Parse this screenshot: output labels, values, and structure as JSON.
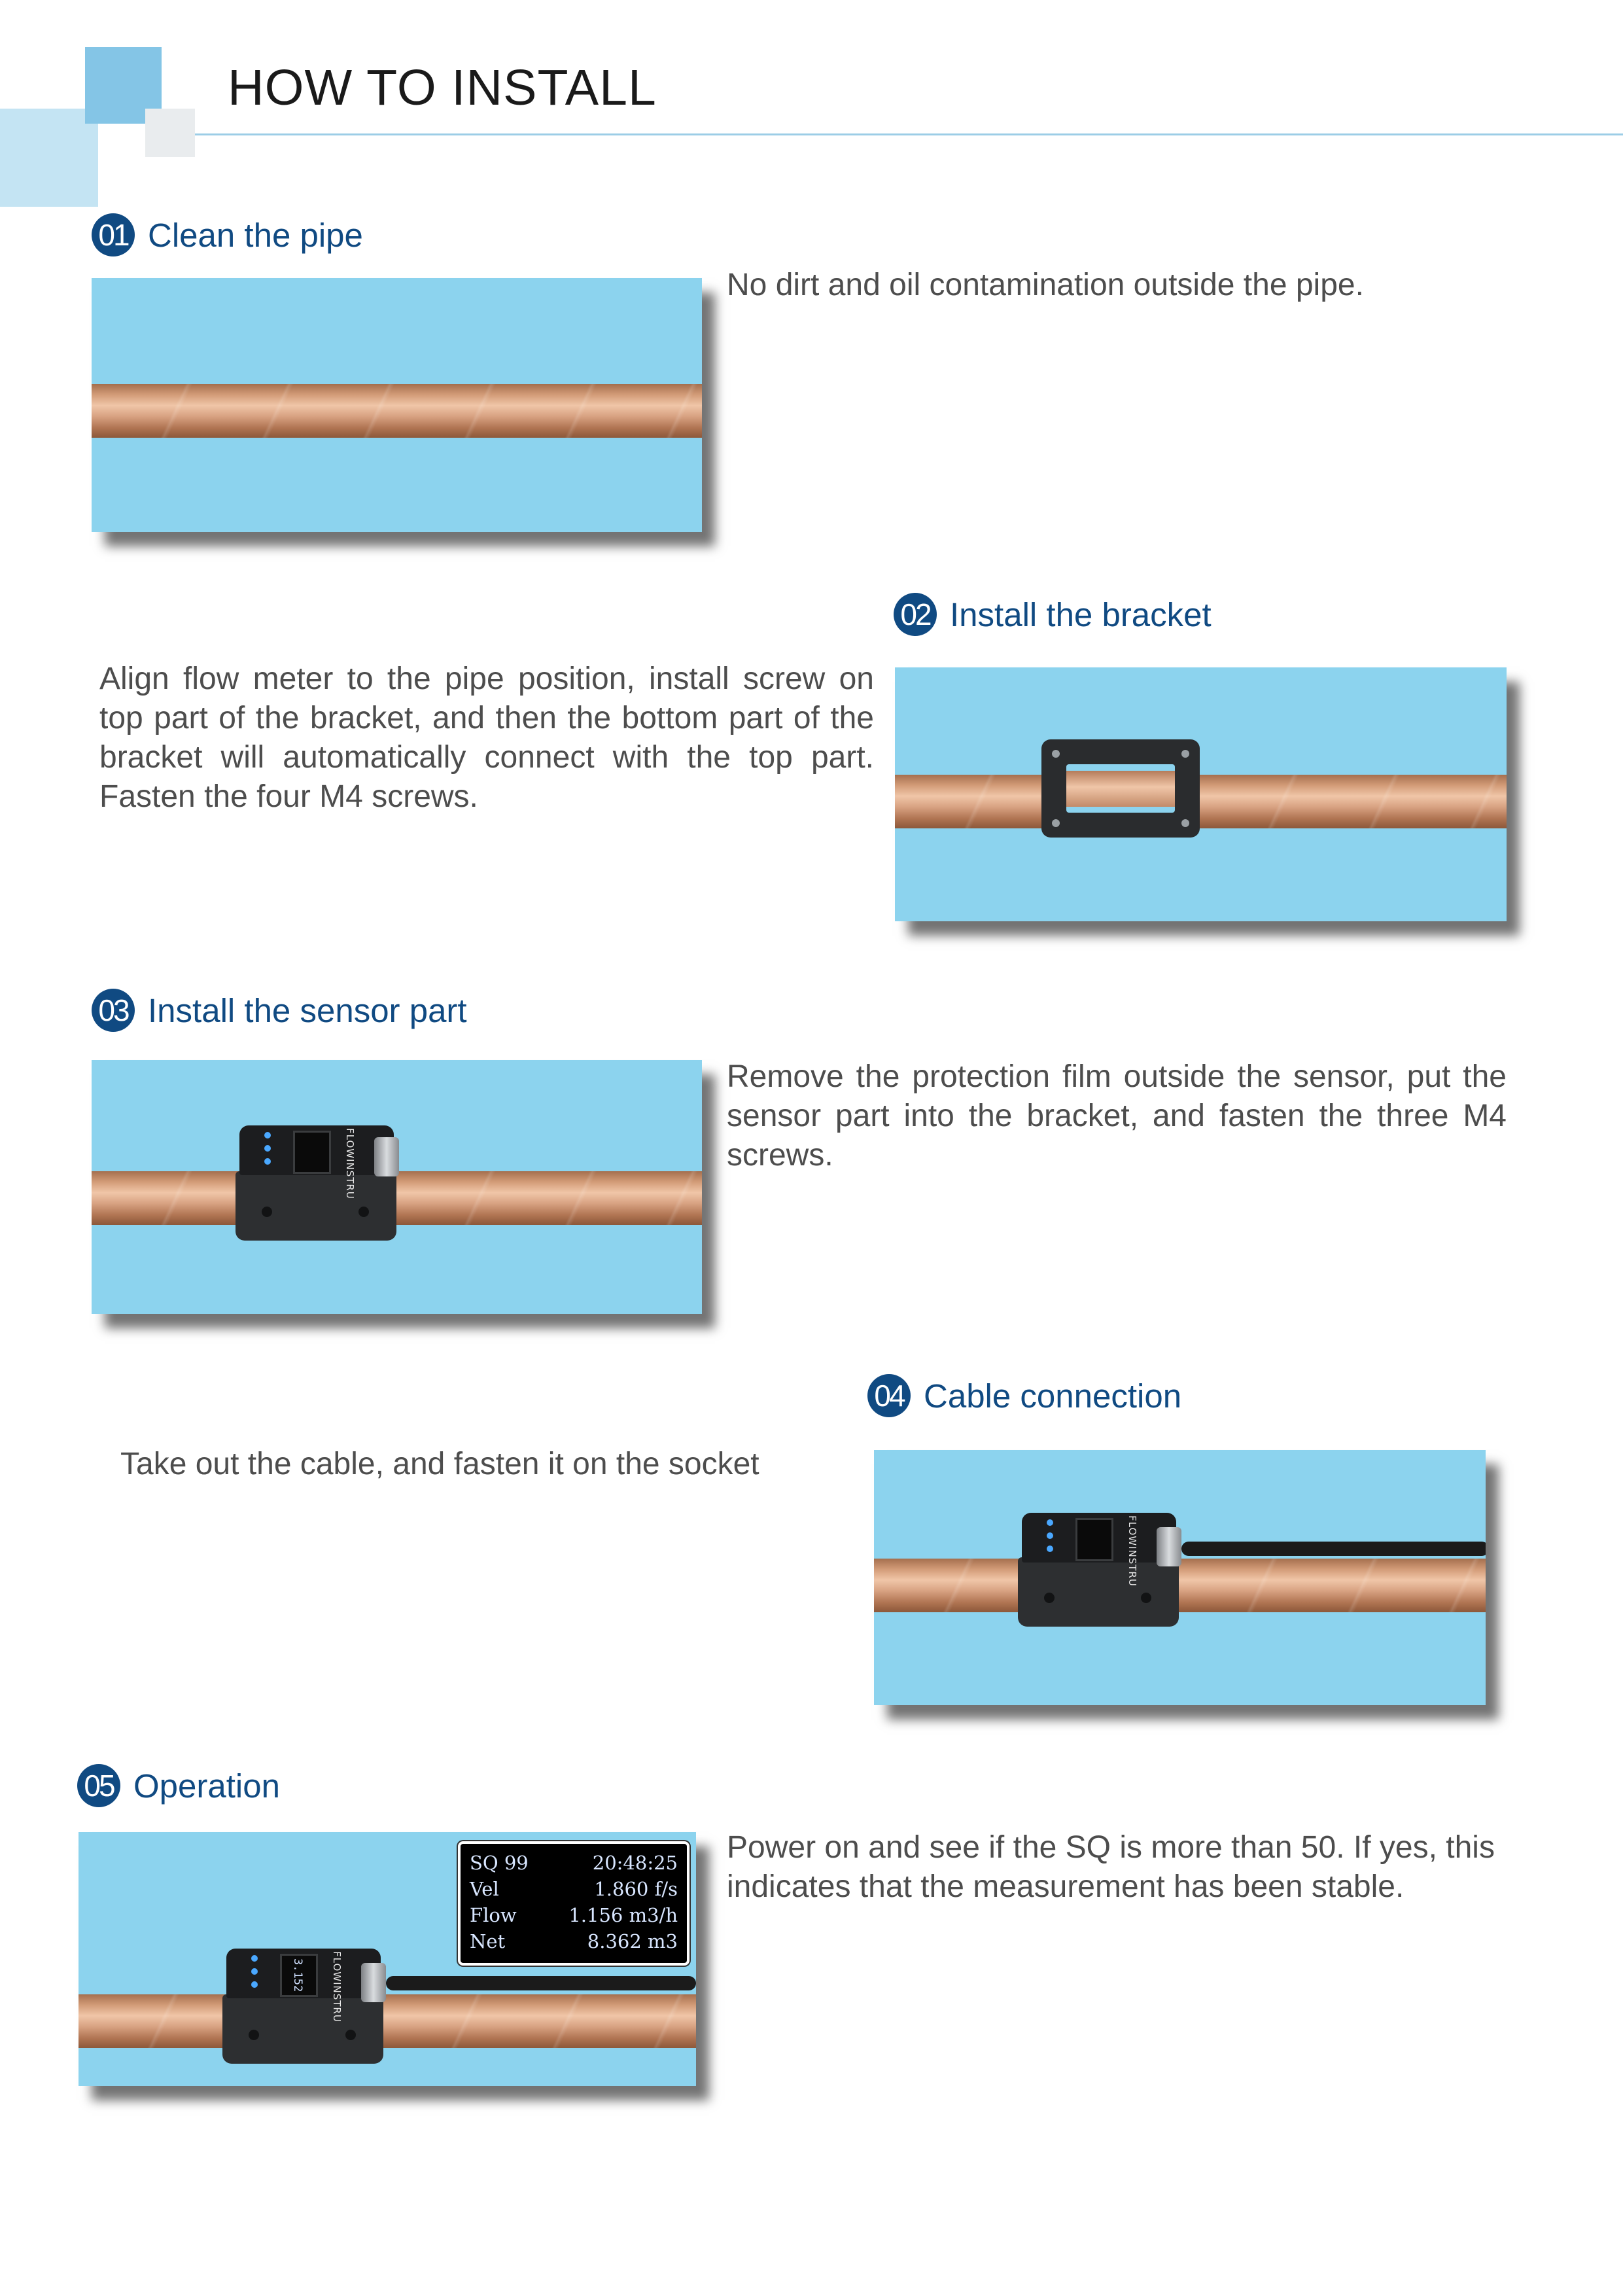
{
  "page_title": "HOW TO INSTALL",
  "steps": [
    {
      "number": "01",
      "title": "Clean the pipe",
      "text": "No dirt and oil contamination outside the pipe."
    },
    {
      "number": "02",
      "title": "Install the bracket",
      "text": "Align flow meter to the pipe position, install screw on top part of the bracket, and then the bottom part of the bracket will automatically connect with the top part. Fasten the four M4 screws."
    },
    {
      "number": "03",
      "title": "Install the sensor part",
      "text": "Remove the protection film outside the sensor, put the sensor part into the bracket, and fasten the three M4 screws."
    },
    {
      "number": "04",
      "title": "Cable connection",
      "text": "Take out the cable, and fasten it on the socket"
    },
    {
      "number": "05",
      "title": "Operation",
      "text": "Power on and see if the SQ is more than 50.  If yes, this indicates that the measurement has been stable."
    }
  ],
  "device": {
    "brand": "FLOWINSTRU",
    "mini_display": "3.152"
  },
  "readout": {
    "rows": [
      {
        "label": "SQ 99",
        "value": "20:48:25"
      },
      {
        "label": "Vel",
        "value": "1.860 f/s"
      },
      {
        "label": "Flow",
        "value": "1.156 m3/h"
      },
      {
        "label": "Net",
        "value": "8.362 m3"
      }
    ]
  },
  "colors": {
    "accent": "#104a82",
    "photo_bg": "#8cd3ee",
    "header_square": "#84c5e6"
  }
}
